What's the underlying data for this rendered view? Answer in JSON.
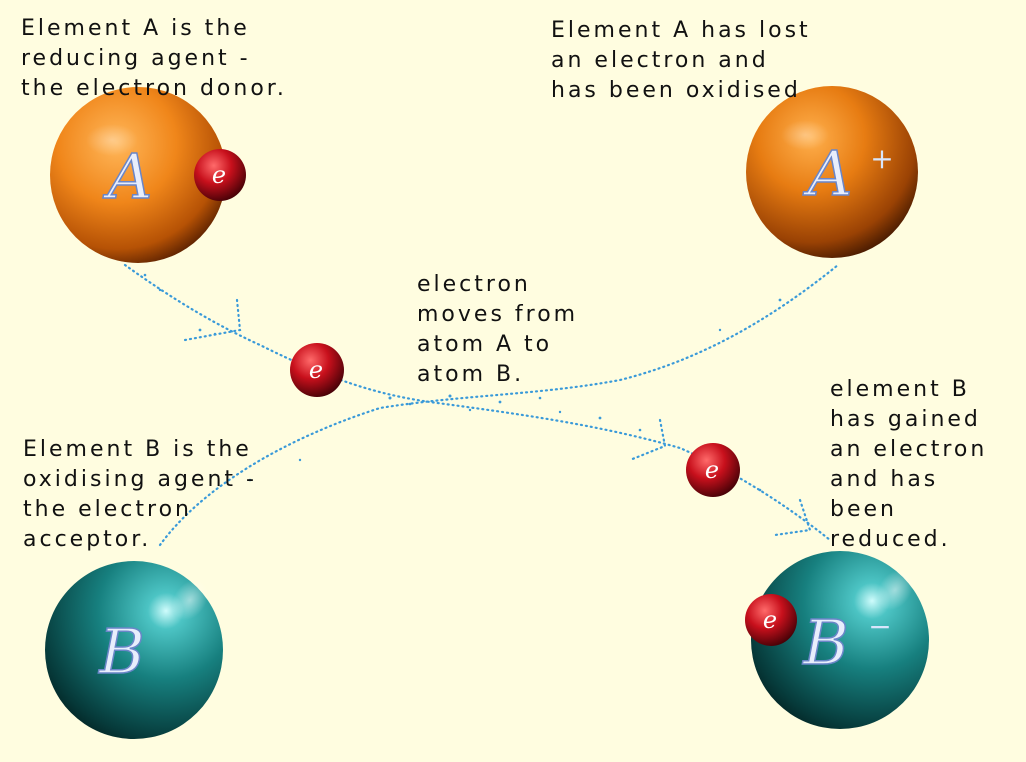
{
  "captions": {
    "a_reducing": "Element A is the\nreducing agent -\nthe electron donor.",
    "a_oxidised": "Element A has lost\nan electron and\nhas been oxidised",
    "electron_moves": "electron\nmoves from\natom A to\natom B.",
    "b_oxidising": "Element B is the\noxidising agent -\nthe electron\nacceptor.",
    "b_reduced": "element B\nhas gained\nan electron\nand has\nbeen\nreduced."
  },
  "atoms": {
    "a_before": {
      "symbol": "A",
      "charge": ""
    },
    "a_after": {
      "symbol": "A",
      "charge": "+"
    },
    "b_before": {
      "symbol": "B",
      "charge": ""
    },
    "b_after": {
      "symbol": "B",
      "charge": "−"
    }
  },
  "electron_symbol": "e",
  "colors": {
    "background": "#fffde0",
    "atom_a": "#f08a1e",
    "atom_b": "#1d8a8a",
    "electron": "#c0101a",
    "path": "#3a9ad9"
  }
}
